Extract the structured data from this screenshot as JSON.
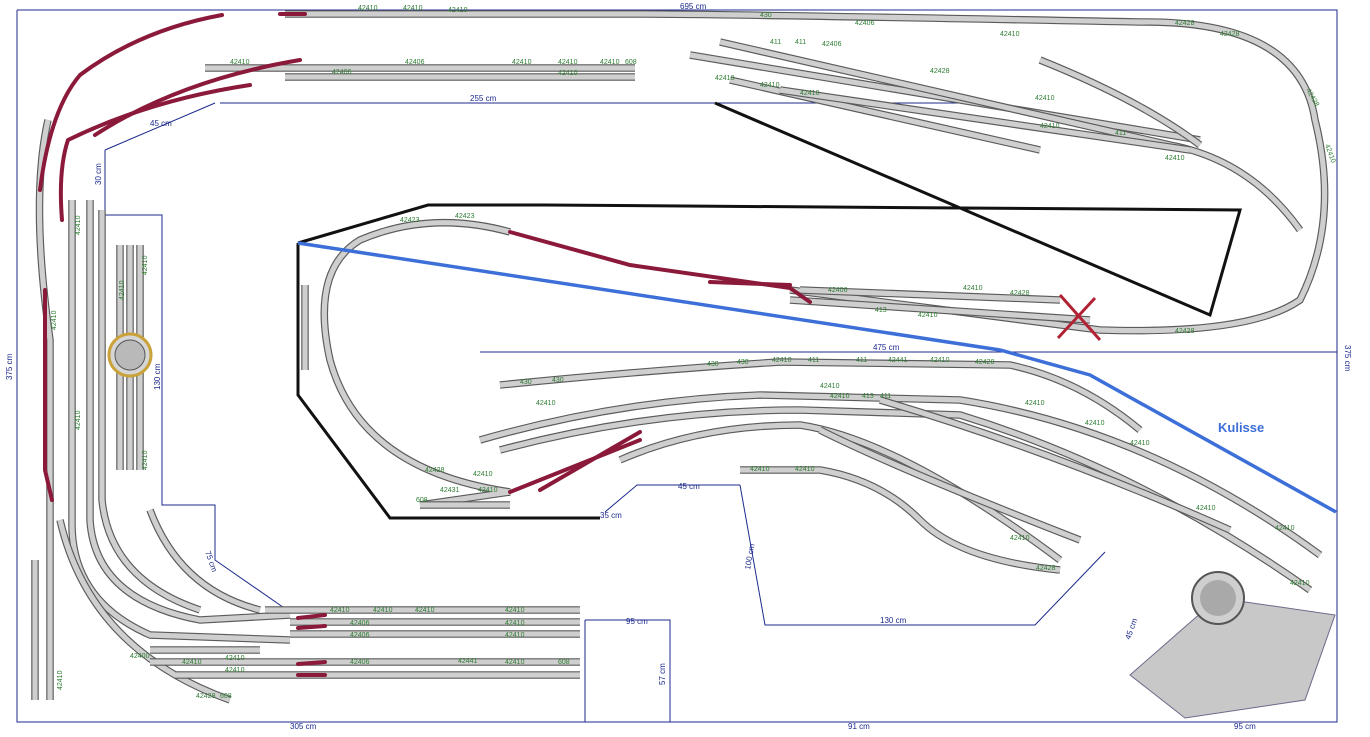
{
  "dimensions": {
    "top_width": "695 cm",
    "left_height": "375 cm",
    "right_height": "375 cm",
    "inner_top": "255 cm",
    "inner_mid": "475 cm",
    "bottom_mid": "130 cm",
    "bottom_left": "305 cm",
    "bottom_centre": "91 cm",
    "bottom_right": "95 cm",
    "small_a": "45 cm",
    "small_b": "30 cm",
    "small_c": "75 cm",
    "small_d": "45 cm",
    "small_e": "100 cm",
    "small_f": "95 cm",
    "small_g": "57 cm",
    "small_h": "35 cm",
    "small_i": "130 cm",
    "small_j": "45 cm"
  },
  "labels": {
    "backdrop": "Kulisse"
  },
  "track_codes": {
    "t1": "42410",
    "t2": "42406",
    "t3": "430",
    "t4": "411",
    "t5": "413",
    "t6": "42428",
    "t7": "42423",
    "t8": "608",
    "t9": "42441",
    "t10": "42400",
    "t11": "42431"
  },
  "colors": {
    "track_outline": "#5b5b5b",
    "track_fill": "#cfcfcf",
    "planned_track": "#8b1a3a",
    "dimension_line": "#1c2a8c",
    "backdrop_line": "#3d6fd8",
    "track_label": "#2e7d32",
    "frame": "#111111"
  }
}
